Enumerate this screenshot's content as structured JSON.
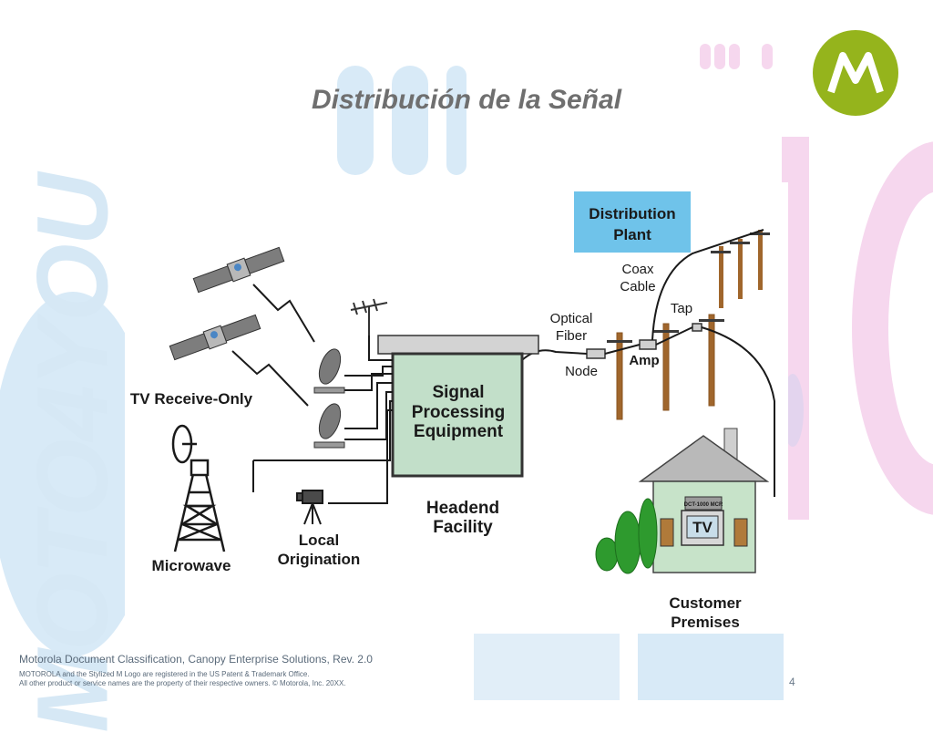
{
  "slide": {
    "title": "Distribución de la Señal",
    "watermark_text": "MOTO4YOU",
    "page_number": "4"
  },
  "diagram": {
    "distribution_plant": "Distribution Plant",
    "coax_cable": "Coax Cable",
    "tap": "Tap",
    "optical_fiber": "Optical Fiber",
    "node": "Node",
    "amp": "Amp",
    "tv_receive_only": "TV Receive-Only",
    "signal_processing": "Signal Processing Equipment",
    "headend_facility": "Headend Facility",
    "local_origination": "Local Origination",
    "microwave": "Microwave",
    "customer_premises": "Customer Premises",
    "tv": "TV",
    "set_top_box": "DCT-1000 MCR"
  },
  "footer": {
    "classification": "Motorola Document Classification, Canopy Enterprise Solutions, Rev. 2.0",
    "legal_line1": "MOTOROLA and the Stylized M Logo are registered in the US Patent & Trademark Office.",
    "legal_line2": "All other product or service names are the property of their respective owners. © Motorola, Inc. 20XX."
  },
  "colors": {
    "brand_green": "#95b41c",
    "accent_blue": "#6fc3ea",
    "equipment_green": "#c2dfc9",
    "house_green": "#c7e3c9",
    "pole_brown": "#a0662c",
    "decor_pink": "#f6d7ee",
    "decor_blue": "#d8eaf7"
  },
  "icons": [
    "motorola-logo-icon",
    "satellite-icon",
    "dish-icon",
    "antenna-icon",
    "camera-icon",
    "microwave-tower-icon",
    "utility-pole-icon",
    "house-icon",
    "tree-icon"
  ]
}
